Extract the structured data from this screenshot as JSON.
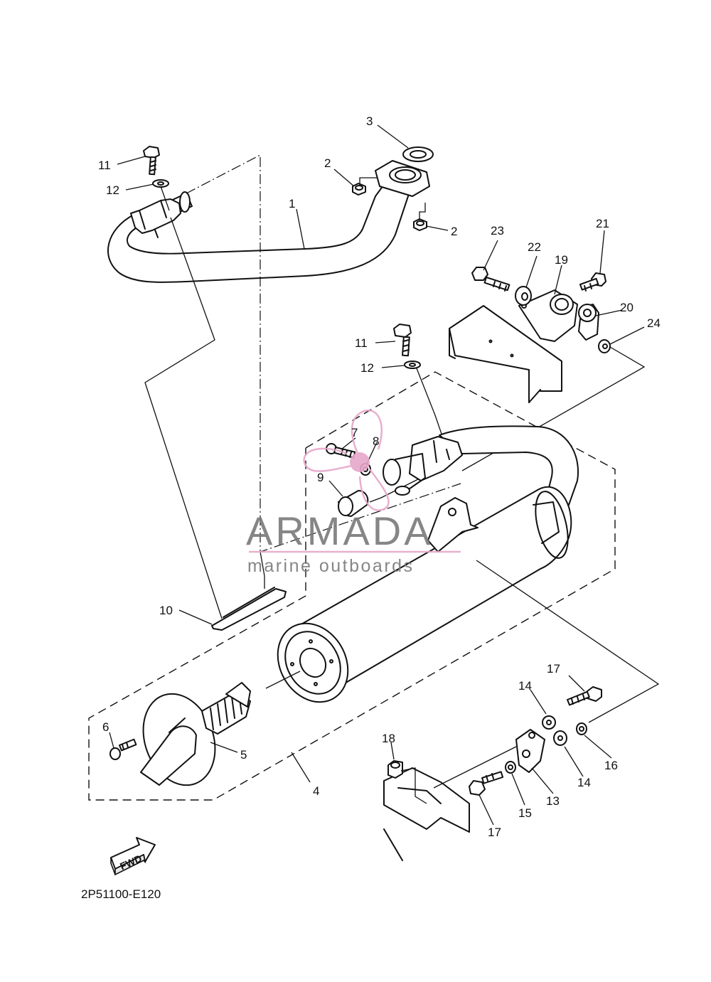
{
  "diagram": {
    "code": "2P51100-E120",
    "fwd_label": "FWD",
    "watermark": {
      "name": "ARMADA",
      "tagline": "marine outboards",
      "line_color": "#e7a7c9",
      "logo_color": "#e7a7c9"
    },
    "callouts": {
      "c1": "1",
      "c2a": "2",
      "c2b": "2",
      "c3": "3",
      "c4": "4",
      "c5": "5",
      "c6": "6",
      "c7": "7",
      "c8": "8",
      "c9": "9",
      "c10": "10",
      "c11a": "11",
      "c11b": "11",
      "c12a": "12",
      "c12b": "12",
      "c13": "13",
      "c14a": "14",
      "c14b": "14",
      "c15": "15",
      "c16": "16",
      "c17a": "17",
      "c17b": "17",
      "c18": "18",
      "c19": "19",
      "c20": "20",
      "c21": "21",
      "c22": "22",
      "c23": "23",
      "c24": "24"
    }
  }
}
